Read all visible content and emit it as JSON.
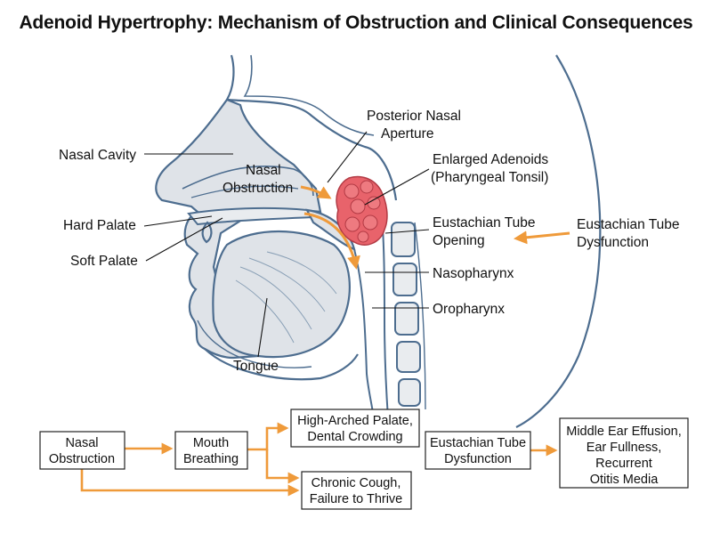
{
  "title": "Adenoid Hypertrophy: Mechanism of Obstruction and Clinical Consequences",
  "labels": {
    "nasal_cavity": "Nasal Cavity",
    "hard_palate": "Hard Palate",
    "soft_palate": "Soft Palate",
    "tongue": "Tongue",
    "nasal_obstruction_1": "Nasal",
    "nasal_obstruction_2": "Obstruction",
    "posterior_aperture_1": "Posterior Nasal",
    "posterior_aperture_2": "Aperture",
    "adenoids_1": "Enlarged Adenoids",
    "adenoids_2": "(Pharyngeal Tonsil)",
    "et_opening_1": "Eustachian Tube",
    "et_opening_2": "Opening",
    "et_dysfunction_1": "Eustachian Tube",
    "et_dysfunction_2": "Dysfunction",
    "nasopharynx": "Nasopharynx",
    "oropharynx": "Oropharynx"
  },
  "flow": {
    "nasal_obstruction": [
      "Nasal",
      "Obstruction"
    ],
    "mouth_breathing": [
      "Mouth",
      "Breathing"
    ],
    "high_arched": [
      "High-Arched Palate,",
      "Dental Crowding"
    ],
    "chronic_cough": [
      "Chronic Cough,",
      "Failure to Thrive"
    ],
    "et_dysfunction": [
      "Eustachian Tube",
      "Dysfunction"
    ],
    "middle_ear": [
      "Middle Ear Effusion,",
      "Ear Fullness,",
      "Recurrent",
      "Otitis Media"
    ]
  },
  "colors": {
    "outline": "#4d6d8f",
    "tissue_fill": "#dfe3e8",
    "adenoid": "#e8636b",
    "arrow": "#ef9a3a"
  }
}
